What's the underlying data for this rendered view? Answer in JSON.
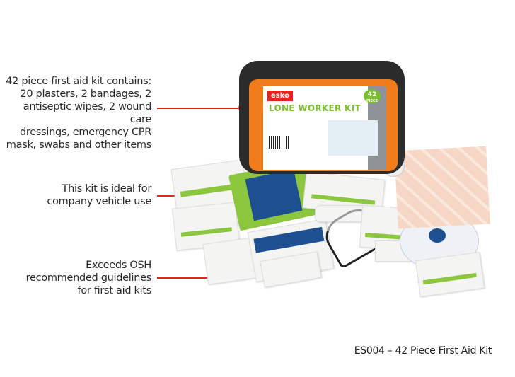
{
  "callouts": [
    {
      "lines": [
        "42 piece first aid kit contains:",
        "20 plasters, 2 bandages, 2",
        "antiseptic wipes, 2 wound care",
        "dressings, emergency CPR",
        "mask, swabs and other items"
      ]
    },
    {
      "lines": [
        "This kit is ideal for",
        "company vehicle use"
      ]
    },
    {
      "lines": [
        "Exceeds OSH",
        "recommended guidelines",
        "for first aid kits"
      ]
    }
  ],
  "product": {
    "brand": "esko",
    "kit_name": "LONE WORKER KIT",
    "piece_badge": "42",
    "badge_sub": "PIECE"
  },
  "caption": "ES004 – 42 Piece First Aid Kit",
  "colors": {
    "accent": "#e52421",
    "bag": "#f07c1c",
    "brand_green": "#8cc63f"
  }
}
